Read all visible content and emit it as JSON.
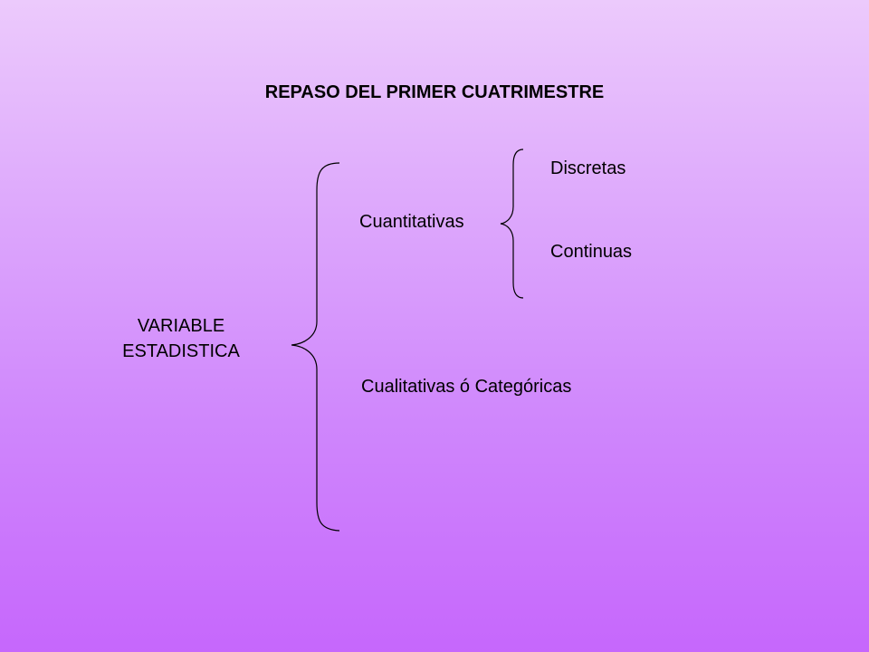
{
  "title": "REPASO DEL PRIMER CUATRIMESTRE",
  "root": {
    "line1": "VARIABLE",
    "line2": "ESTADISTICA"
  },
  "branches": {
    "quantitative": {
      "label": "Cuantitativas",
      "children": {
        "discrete": "Discretas",
        "continuous": "Continuas"
      }
    },
    "qualitative": {
      "label": "Cualitativas ó Categóricas"
    }
  }
}
